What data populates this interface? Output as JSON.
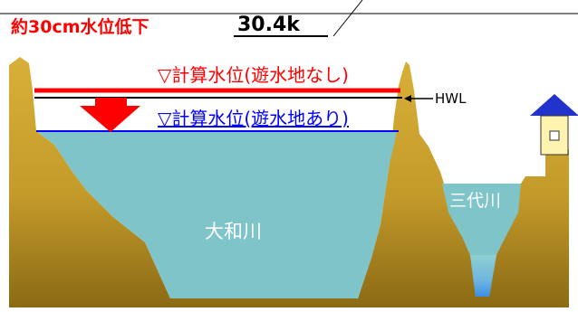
{
  "header": {
    "drop_text": "約30cm水位低下",
    "section_label": "30.4k"
  },
  "water_levels": {
    "without_basin": "▽計算水位(遊水地なし)",
    "with_basin": "▽計算水位(遊水地あり)",
    "hwl": "HWL"
  },
  "rivers": {
    "main": "大和川",
    "tributary": "三代川"
  },
  "colors": {
    "ground": "#c8a030",
    "ground_dark": "#8a6a14",
    "water_main": "#7fc4c8",
    "water_deep": "#4aa0e8",
    "level_without": "#ff0000",
    "level_with": "#0000ff",
    "roof": "#2233cc",
    "house_wall": "#fff3b0"
  }
}
